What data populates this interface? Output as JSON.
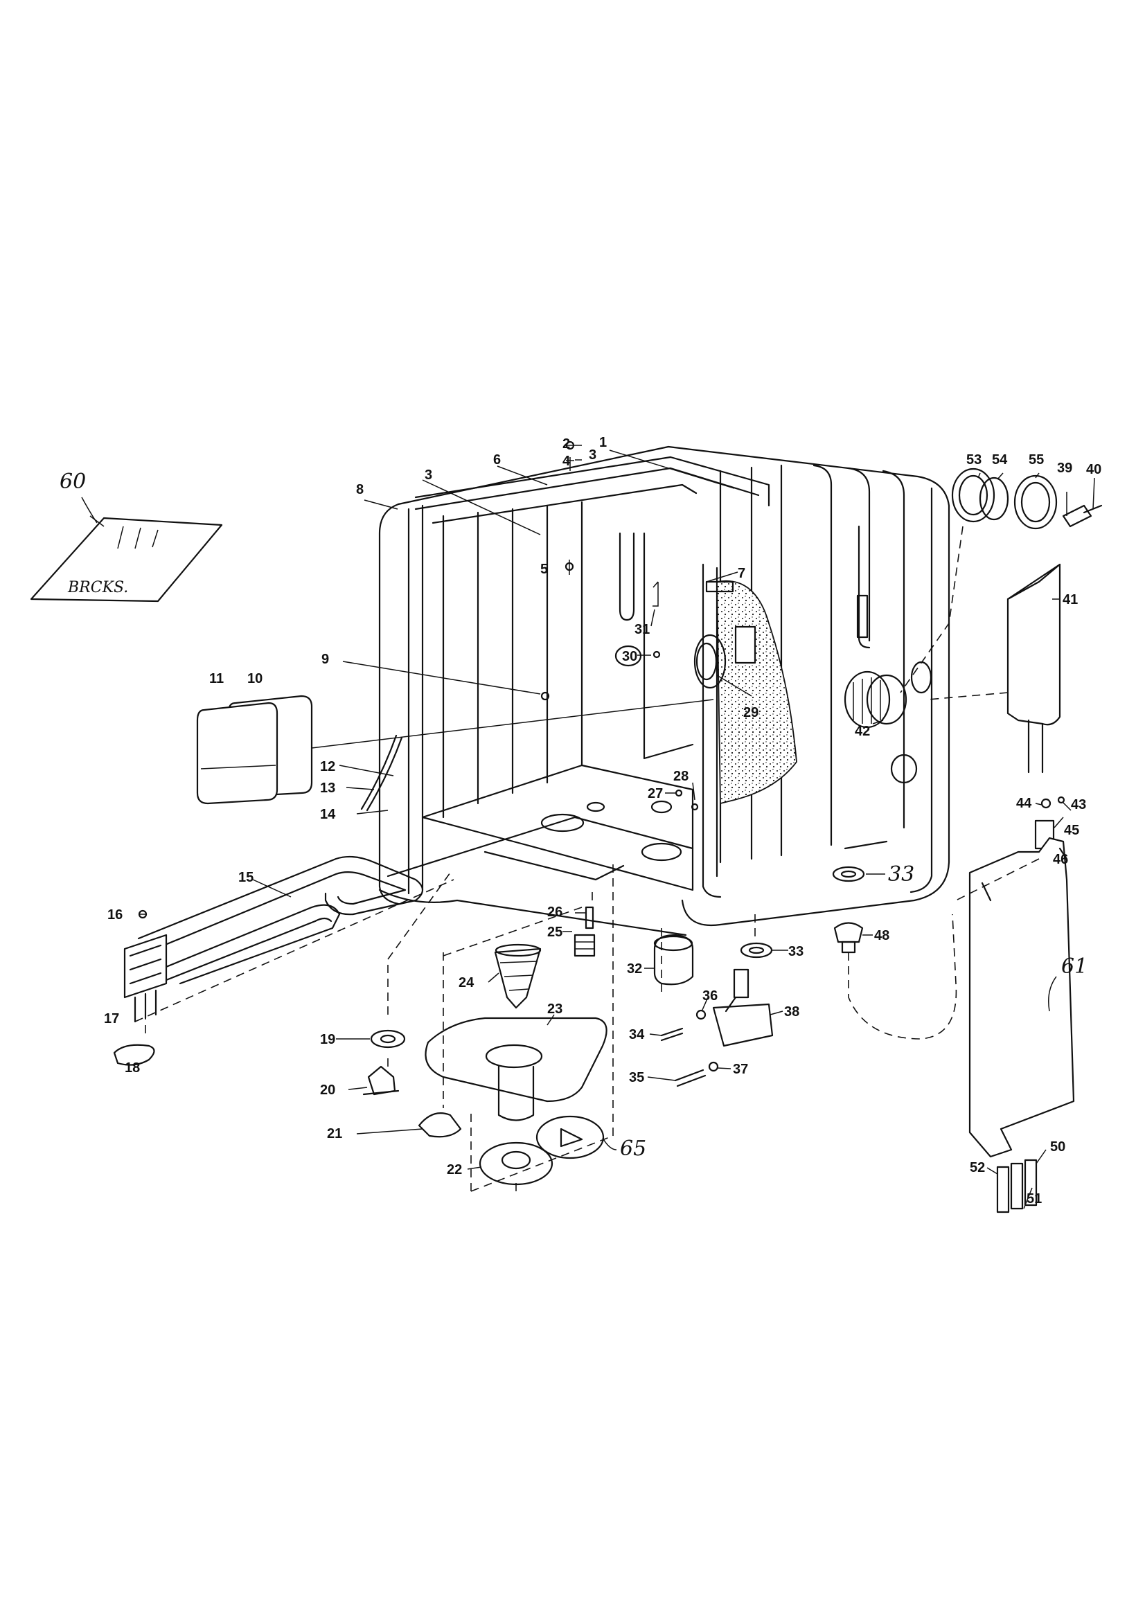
{
  "labels": {
    "p1": "1",
    "p2": "2",
    "p3a": "3",
    "p3b": "3",
    "p4": "4",
    "p5": "5",
    "p6": "6",
    "p7": "7",
    "p8": "8",
    "p9": "9",
    "p10": "10",
    "p11": "11",
    "p12": "12",
    "p13": "13",
    "p14": "14",
    "p15": "15",
    "p16": "16",
    "p17": "17",
    "p18": "18",
    "p19": "19",
    "p20": "20",
    "p21": "21",
    "p22": "22",
    "p23": "23",
    "p24": "24",
    "p25": "25",
    "p26": "26",
    "p27": "27",
    "p28": "28",
    "p29": "29",
    "p30": "30",
    "p31": "31",
    "p32": "32",
    "p33": "33",
    "p34": "34",
    "p35": "35",
    "p36": "36",
    "p37": "37",
    "p38": "38",
    "p39": "39",
    "p40": "40",
    "p41": "41",
    "p42": "42",
    "p43": "43",
    "p44": "44",
    "p45": "45",
    "p46": "46",
    "p48": "48",
    "p50": "50",
    "p51": "51",
    "p52": "52",
    "p53": "53",
    "p54": "54",
    "p55": "55"
  },
  "handwritten": {
    "h60": "60",
    "h61": "61",
    "h33": "33",
    "h65": "65",
    "h_bracket_note": "BRCKS."
  }
}
